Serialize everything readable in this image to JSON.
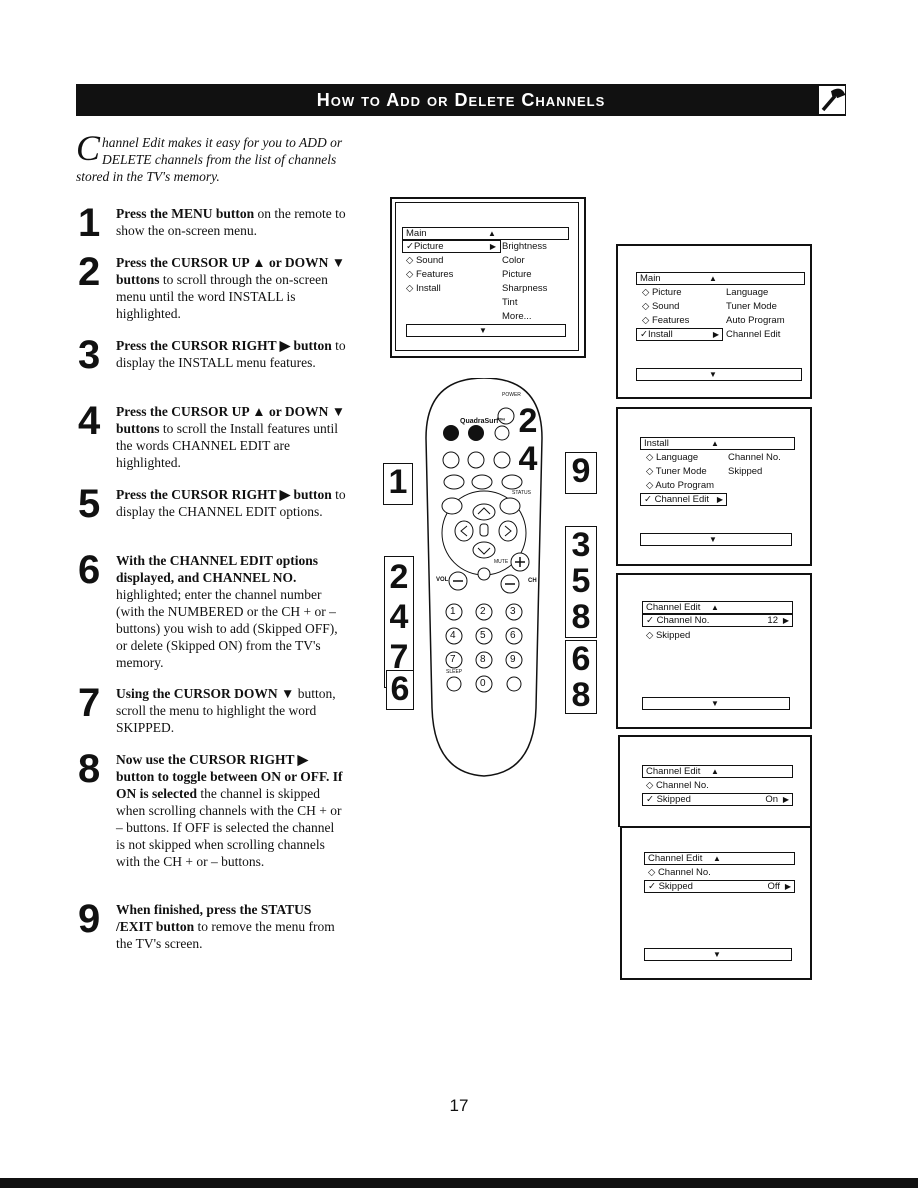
{
  "header": {
    "title": "How to Add or Delete Channels"
  },
  "intro": {
    "dropcap": "C",
    "text": "hannel Edit makes it easy for you to ADD or DELETE channels from the list of channels stored in the TV's memory."
  },
  "steps": [
    {
      "num": "1",
      "bold": "Press the MENU button",
      "rest": " on the remote to show the on-screen menu."
    },
    {
      "num": "2",
      "bold": "Press the CURSOR UP ▲ or DOWN ▼ buttons",
      "rest": " to scroll through the on-screen menu until the word INSTALL is highlighted."
    },
    {
      "num": "3",
      "bold": "Press the CURSOR RIGHT ▶ button",
      "rest": " to display the INSTALL menu features."
    },
    {
      "num": "4",
      "bold": "Press the CURSOR UP ▲ or DOWN ▼ buttons",
      "rest": " to scroll the Install features until the words CHANNEL EDIT are highlighted."
    },
    {
      "num": "5",
      "bold": "Press the CURSOR RIGHT ▶ button",
      "rest": " to display the CHANNEL EDIT options."
    },
    {
      "num": "6",
      "bold": "With the CHANNEL EDIT options displayed, and CHANNEL NO.",
      "rest": " highlighted; enter the channel number (with the NUMBERED or the CH + or – buttons) you wish to add (Skipped OFF), or delete (Skipped ON) from the TV's memory."
    },
    {
      "num": "7",
      "bold": "Using the CURSOR DOWN ▼",
      "rest": " button, scroll the menu to highlight the word SKIPPED."
    },
    {
      "num": "8",
      "bold": "Now use the CURSOR RIGHT ▶ button to toggle between ON or OFF. If ON is selected",
      "rest": " the channel is skipped when scrolling channels with the CH + or – buttons. If OFF is selected the channel is not skipped when scrolling channels with the CH + or – buttons."
    },
    {
      "num": "9",
      "bold": "When finished, press the STATUS /EXIT button",
      "rest": " to remove the menu from the TV's screen."
    }
  ],
  "screen1": {
    "title": "Main",
    "left": [
      "✓Picture",
      "◇ Sound",
      "◇ Features",
      "◇ Install"
    ],
    "right": [
      "Brightness",
      "Color",
      "Picture",
      "Sharpness",
      "Tint",
      "More..."
    ]
  },
  "screen2": {
    "title": "Main",
    "left": [
      "◇ Picture",
      "◇ Sound",
      "◇ Features",
      "✓Install"
    ],
    "right": [
      "Language",
      "Tuner Mode",
      "Auto Program",
      "Channel Edit"
    ]
  },
  "screen3": {
    "title": "Install",
    "left": [
      "◇ Language",
      "◇ Tuner Mode",
      "◇ Auto Program",
      "✓ Channel Edit"
    ],
    "right": [
      "Channel No.",
      "Skipped"
    ]
  },
  "screen4": {
    "title": "Channel Edit",
    "row1": "✓ Channel No.",
    "row1val": "12",
    "row2": "◇ Skipped"
  },
  "screen5": {
    "title": "Channel Edit",
    "row1": "◇ Channel No.",
    "row2": "✓ Skipped",
    "row2val": "On"
  },
  "screen6": {
    "title": "Channel Edit",
    "row1": "◇ Channel No.",
    "row2": "✓ Skipped",
    "row2val": "Off"
  },
  "remote": {
    "brand": "QuadraSurf™",
    "power": "POWER",
    "status": "STATUS",
    "mute": "MUTE",
    "vol": "VOL",
    "ch": "CH",
    "sleep": "SLEEP",
    "digits": [
      "1",
      "2",
      "3",
      "4",
      "5",
      "6",
      "7",
      "8",
      "9",
      "0"
    ]
  },
  "callouts": {
    "left": [
      "1",
      "2",
      "4",
      "7",
      "6"
    ],
    "right": [
      "2",
      "4",
      "9",
      "3",
      "5",
      "8",
      "6",
      "8"
    ]
  },
  "page_number": "17"
}
